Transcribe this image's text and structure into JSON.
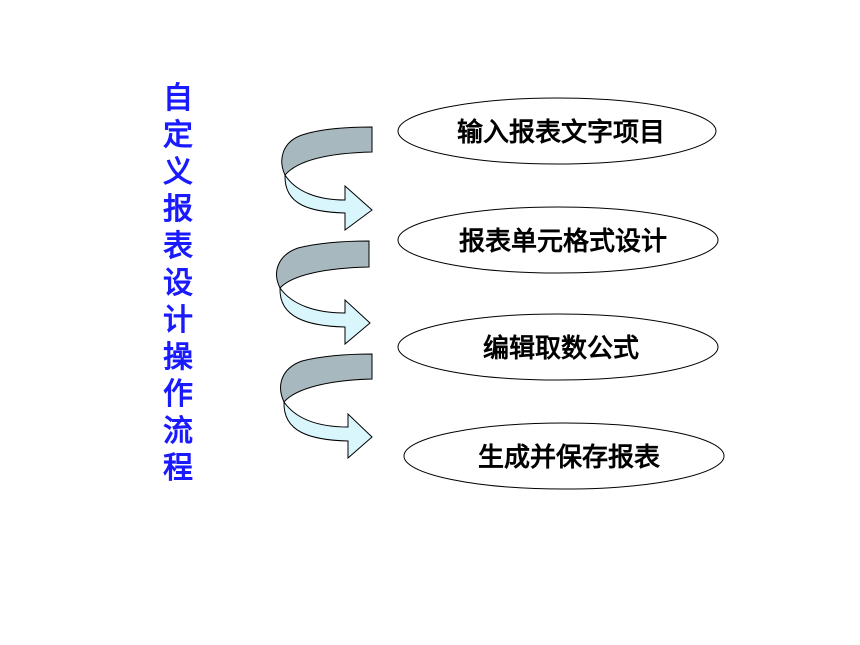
{
  "title": {
    "text": "自定义报表设计操作流程",
    "color": "#1a1aff"
  },
  "steps": [
    {
      "label": "输入报表文字项目"
    },
    {
      "label": "报表单元格式设计"
    },
    {
      "label": "编辑取数公式"
    },
    {
      "label": "生成并保存报表"
    }
  ],
  "colors": {
    "arrow_back": "#a7b9bf",
    "arrow_front": "#d9f6fd",
    "outline": "#000000"
  }
}
